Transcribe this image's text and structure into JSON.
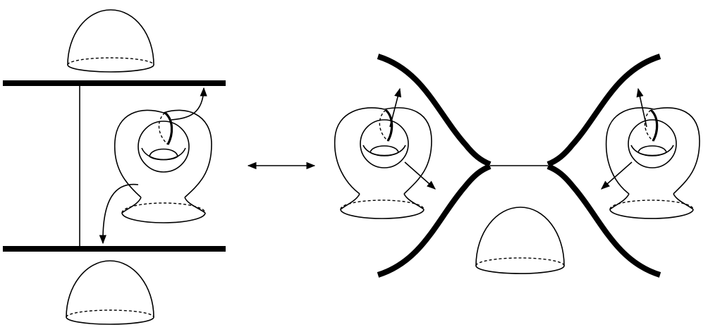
{
  "figure": {
    "left_panel": {
      "caps": [
        "cap-top",
        "cap-bottom"
      ],
      "plates": [
        "plate-top",
        "plate-bottom"
      ],
      "surface_icon": "genus-one-surface-with-handle-icon"
    },
    "equivalence_icon": "double-headed-arrow-icon",
    "right_panel": {
      "surfaces": [
        "surface-left",
        "surface-right"
      ],
      "cap": "cap-middle",
      "junction_icon": "x-junction-thick-curves-icon"
    },
    "colors": {
      "stroke": "#000000",
      "background": "#ffffff"
    }
  }
}
